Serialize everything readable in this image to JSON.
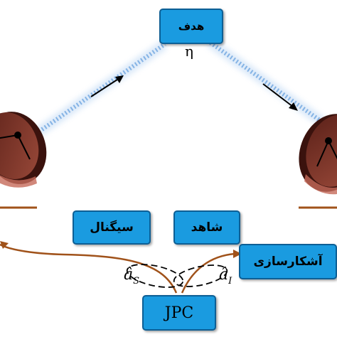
{
  "boxes": {
    "target": "هدف",
    "signal": "سیگنال",
    "witness": "شاهد",
    "detection": "آشکارسازی",
    "jpc": "JPC"
  },
  "labels": {
    "eta": "η",
    "a_hat": "â",
    "sub_s": "S",
    "sub_i": "I"
  },
  "colors": {
    "box_fill": "#1a9be0",
    "box_border": "#0d5f95",
    "path": "#a0521a",
    "beam": "#4a8fd8",
    "dish": "#6b2a22"
  }
}
